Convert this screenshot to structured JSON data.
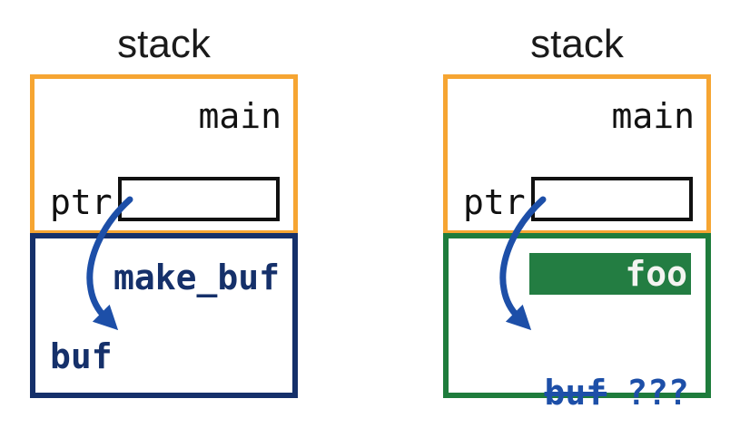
{
  "figure": {
    "description": "Two stack diagrams illustrating a dangling pointer: ptr points into make_buf's frame; after make_buf returns and foo is pushed, buf is gone and the pointed-to value is unknown",
    "colors": {
      "orange": "#F6A532",
      "navy": "#15306A",
      "blue": "#1D4FA8",
      "green": "#1E7C3C",
      "green-fill": "#237D42",
      "ink": "#111111",
      "foo-text": "#F4F4F1"
    }
  },
  "left_panel": {
    "title": "stack",
    "frame_label": "main",
    "pointer_label": "ptr",
    "callee_frame_label": "make_buf",
    "buffer_label": "buf",
    "arrow": "curved-arrow-from-ptr-to-buf"
  },
  "right_panel": {
    "title": "stack",
    "frame_label": "main",
    "pointer_label": "ptr",
    "overlay_frame_label": "foo",
    "buffer_label": "buf",
    "unknown_label": "???",
    "arrow": "curved-arrow-from-ptr-to-freed-buf"
  }
}
